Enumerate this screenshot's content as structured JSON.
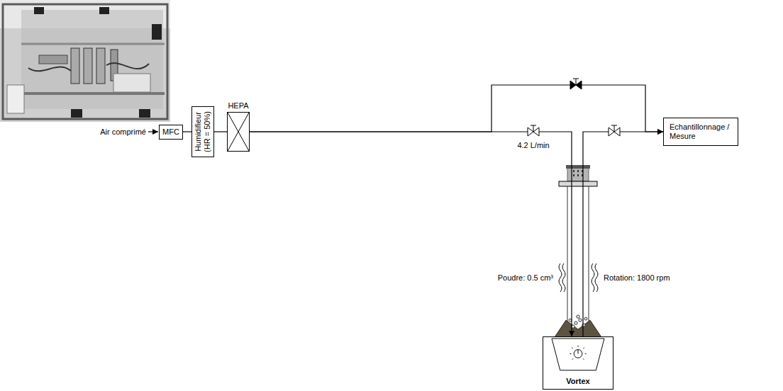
{
  "diagram": {
    "nodes": [
      {
        "text": [
          "MFC"
        ]
      },
      {
        "text": [
          "Humidifieur (HR = 50%)"
        ]
      },
      {
        "text": [
          "HEPA"
        ]
      },
      {
        "text": [
          "Echantillonnage / Mesure"
        ]
      },
      {
        "text": [
          "Vortex"
        ]
      }
    ],
    "edges": [
      {
        "from": 0,
        "to": 1,
        "arrow": "none"
      },
      {
        "from": 1,
        "to": 2,
        "arrow": "none"
      },
      {
        "from": 2,
        "to": 3,
        "arrow": "to"
      },
      {
        "from": 2,
        "to": 4,
        "arrow": "to"
      },
      {
        "from": 4,
        "to": 3,
        "arrow": "to"
      }
    ],
    "labels": [
      "Air comprimé",
      "4.2 L/min",
      "Poudre: 0.5 cm³",
      "Rotation: 1800 rpm"
    ]
  }
}
